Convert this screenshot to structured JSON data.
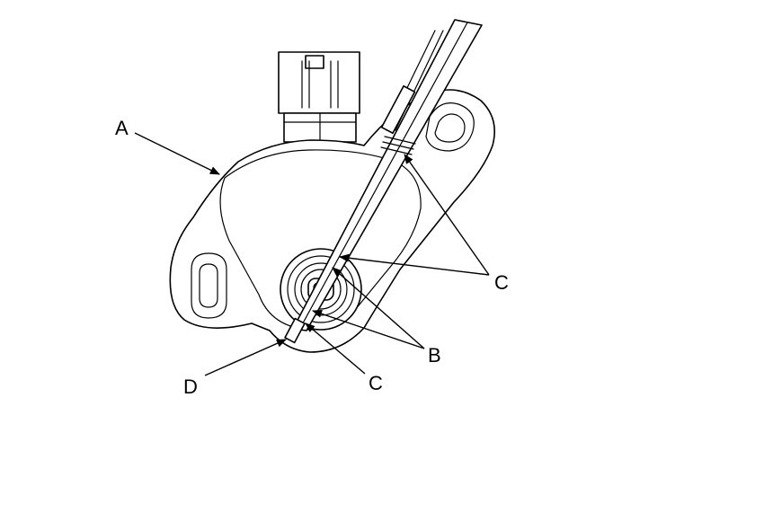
{
  "callouts": {
    "a": "A",
    "b": "B",
    "c_upper": "C",
    "c_lower": "C",
    "d": "D"
  },
  "colors": {
    "line": "#000000",
    "background": "#ffffff"
  }
}
